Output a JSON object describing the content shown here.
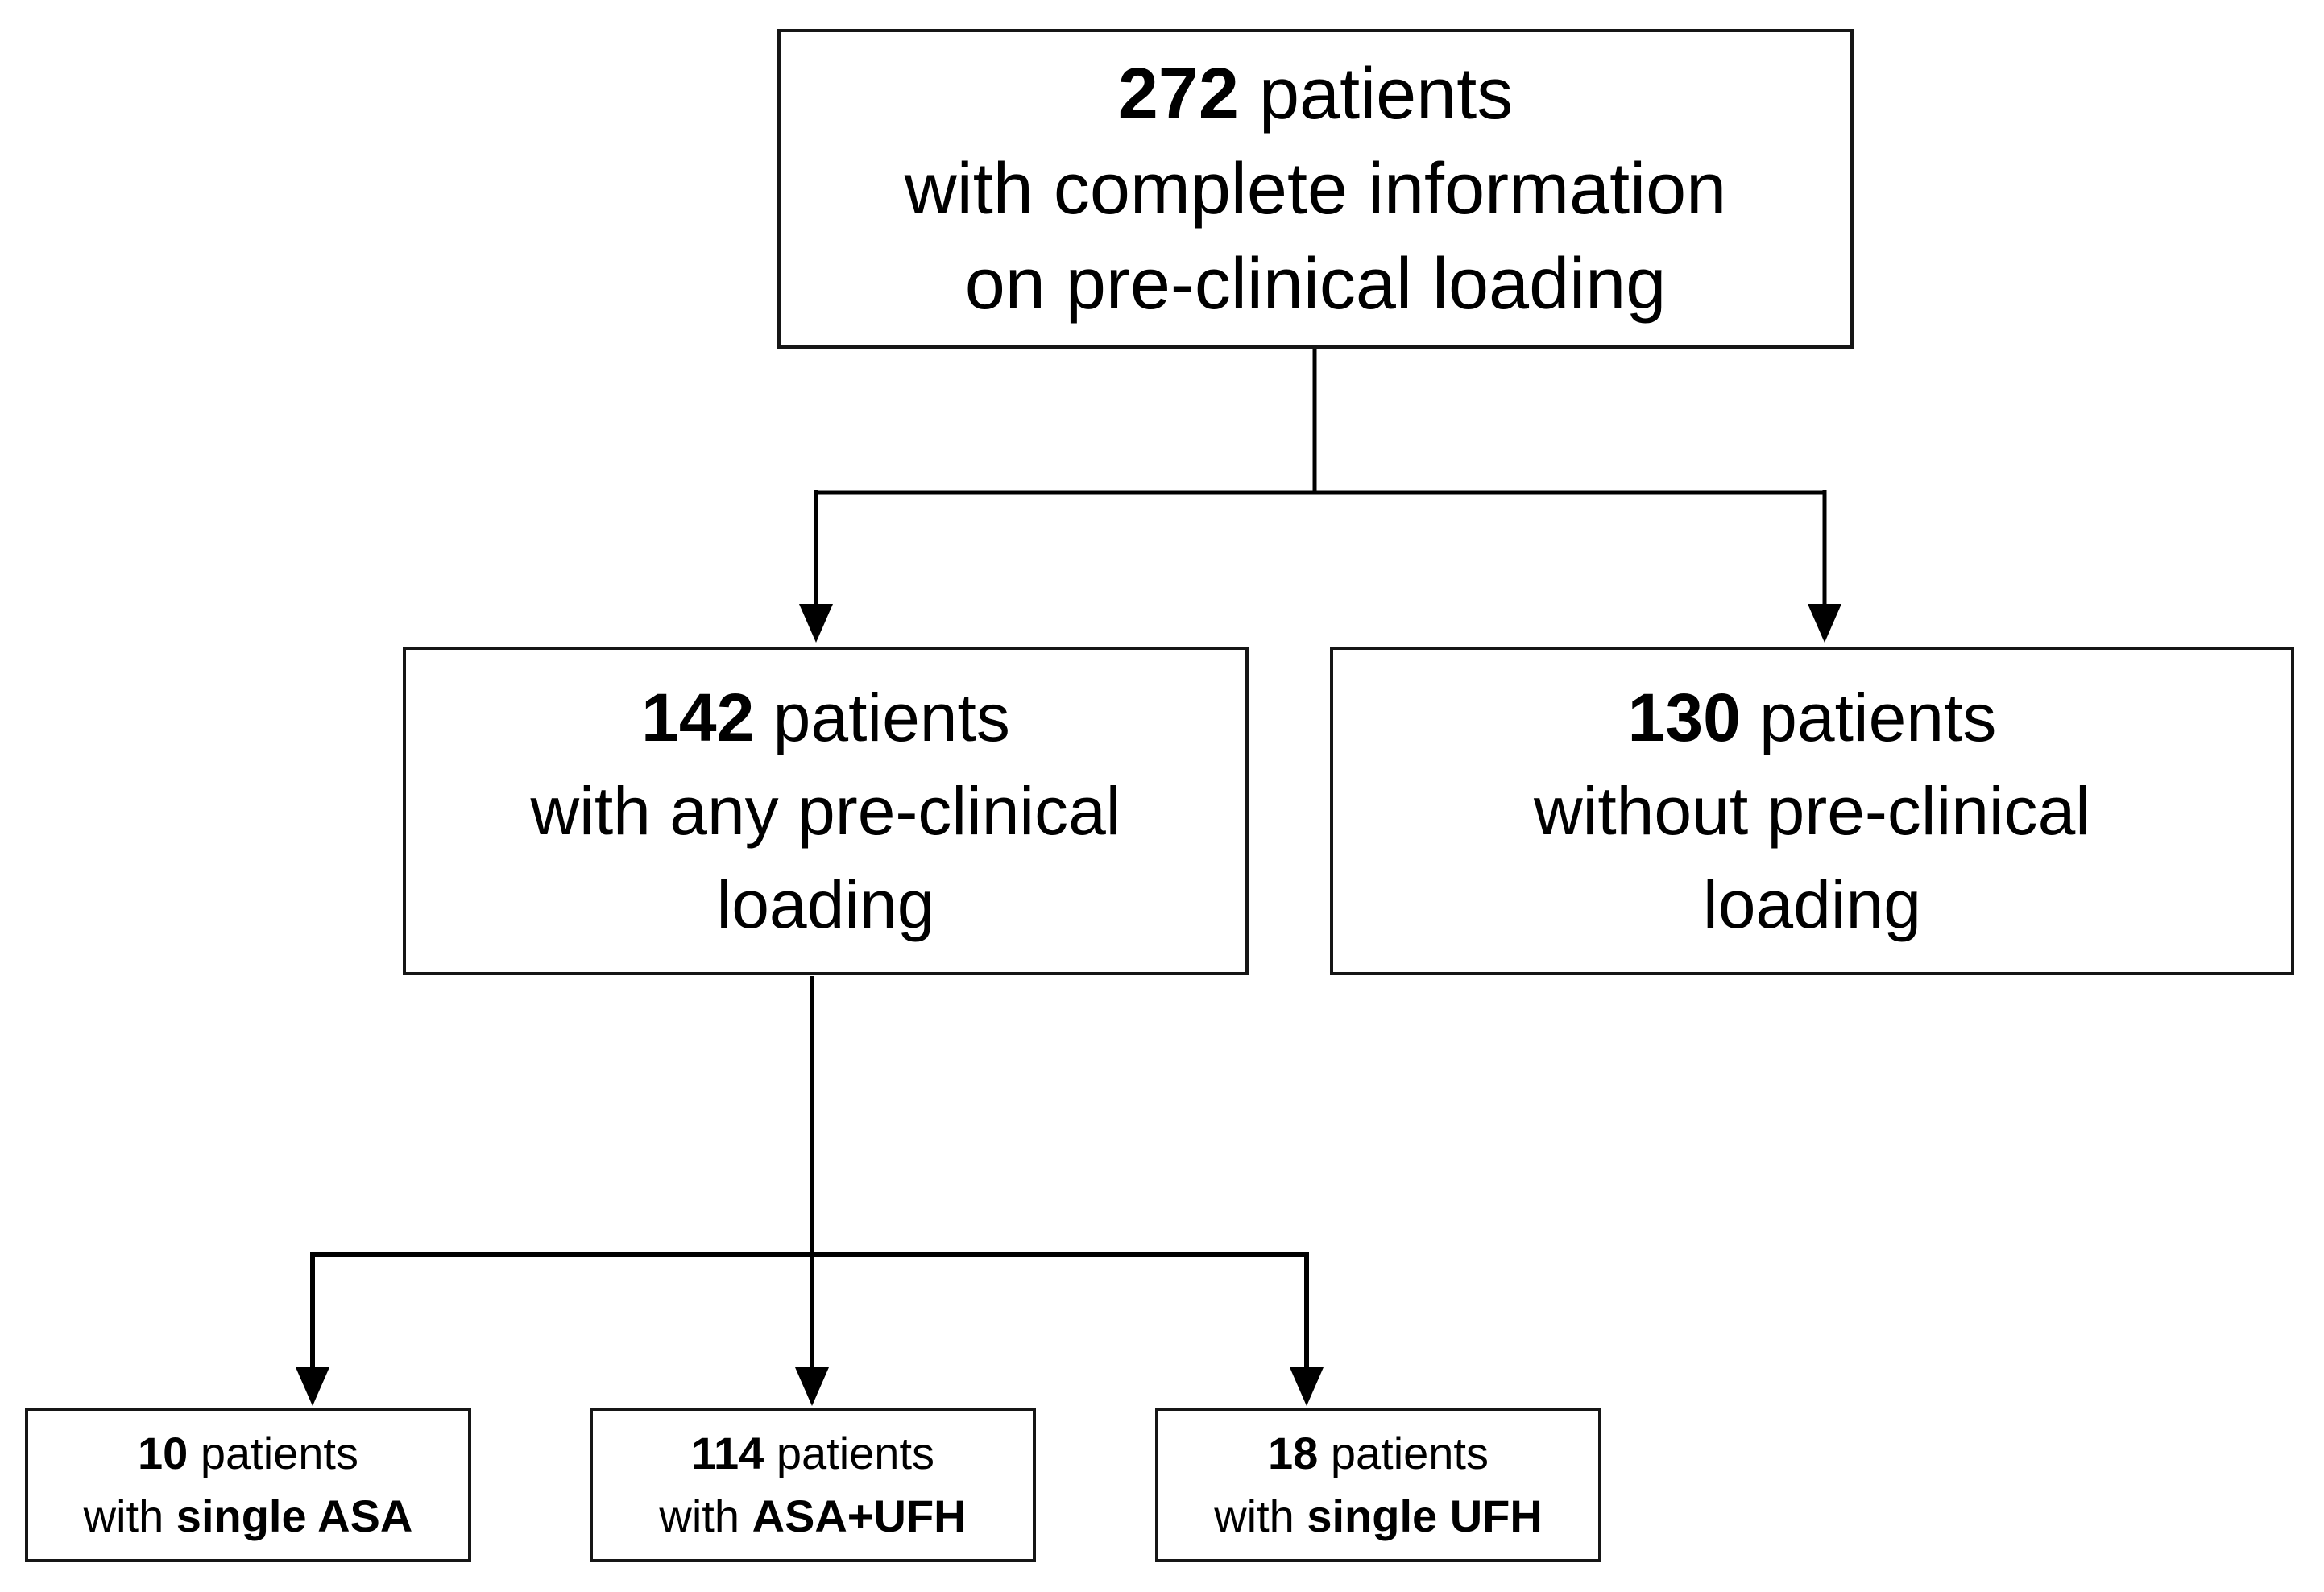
{
  "figure": {
    "type": "flowchart",
    "background_color": "#ffffff",
    "line_color": "#000000",
    "text_color": "#000000",
    "nodes": [
      {
        "id": "total",
        "count": "272",
        "count_suffix": " patients",
        "line2": "with complete information",
        "line3": "on pre-clinical loading"
      },
      {
        "id": "any-preclinical-loading",
        "count": "142",
        "count_suffix": " patients",
        "line2": "with any pre-clinical",
        "line3": "loading"
      },
      {
        "id": "without-preclinical-loading",
        "count": "130",
        "count_suffix": " patients",
        "line2": "without pre-clinical",
        "line3": "loading"
      },
      {
        "id": "single-asa",
        "count": "10",
        "count_suffix": " patients",
        "line2_prefix": "with ",
        "line2_bold": "single ASA"
      },
      {
        "id": "asa-ufh",
        "count": "114",
        "count_suffix": " patients",
        "line2_prefix": "with ",
        "line2_bold": "ASA+UFH"
      },
      {
        "id": "single-ufh",
        "count": "18",
        "count_suffix": " patients",
        "line2_prefix": "with ",
        "line2_bold": "single UFH"
      }
    ]
  }
}
